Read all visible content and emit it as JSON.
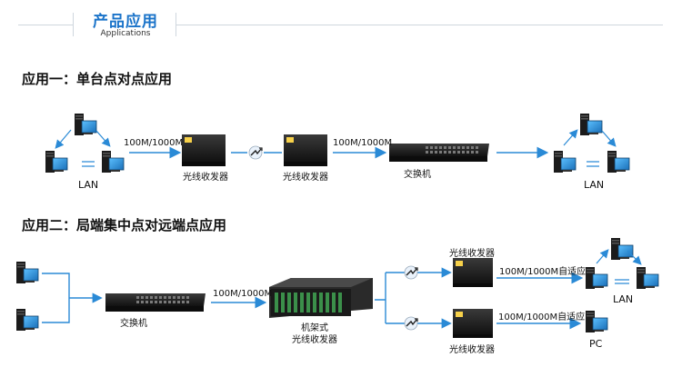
{
  "header": {
    "title": "产品应用",
    "subtitle": "Applications"
  },
  "app1": {
    "title": "应用一：单台点对点应用",
    "lan_left": "LAN",
    "link1": "100M/1000M",
    "conv1": "光线收发器",
    "conv2": "光线收发器",
    "link2": "100M/1000M",
    "switch": "交换机",
    "lan_right": "LAN"
  },
  "app2": {
    "title": "应用二：局端集中点对远端点应用",
    "switch": "交换机",
    "link": "100M/1000M",
    "rack_line1": "机架式",
    "rack_line2": "光线收发器",
    "conv_top": "光线收发器",
    "adapt_top": "100M/1000M自适应",
    "lan": "LAN",
    "adapt_bottom": "100M/1000M自适应",
    "conv_bottom": "光线收发器",
    "pc": "PC"
  },
  "colors": {
    "accent": "#1a73c9",
    "arrow": "#2a8ad6",
    "device": "#1e1e1e",
    "screen": "#2b8fd8"
  }
}
